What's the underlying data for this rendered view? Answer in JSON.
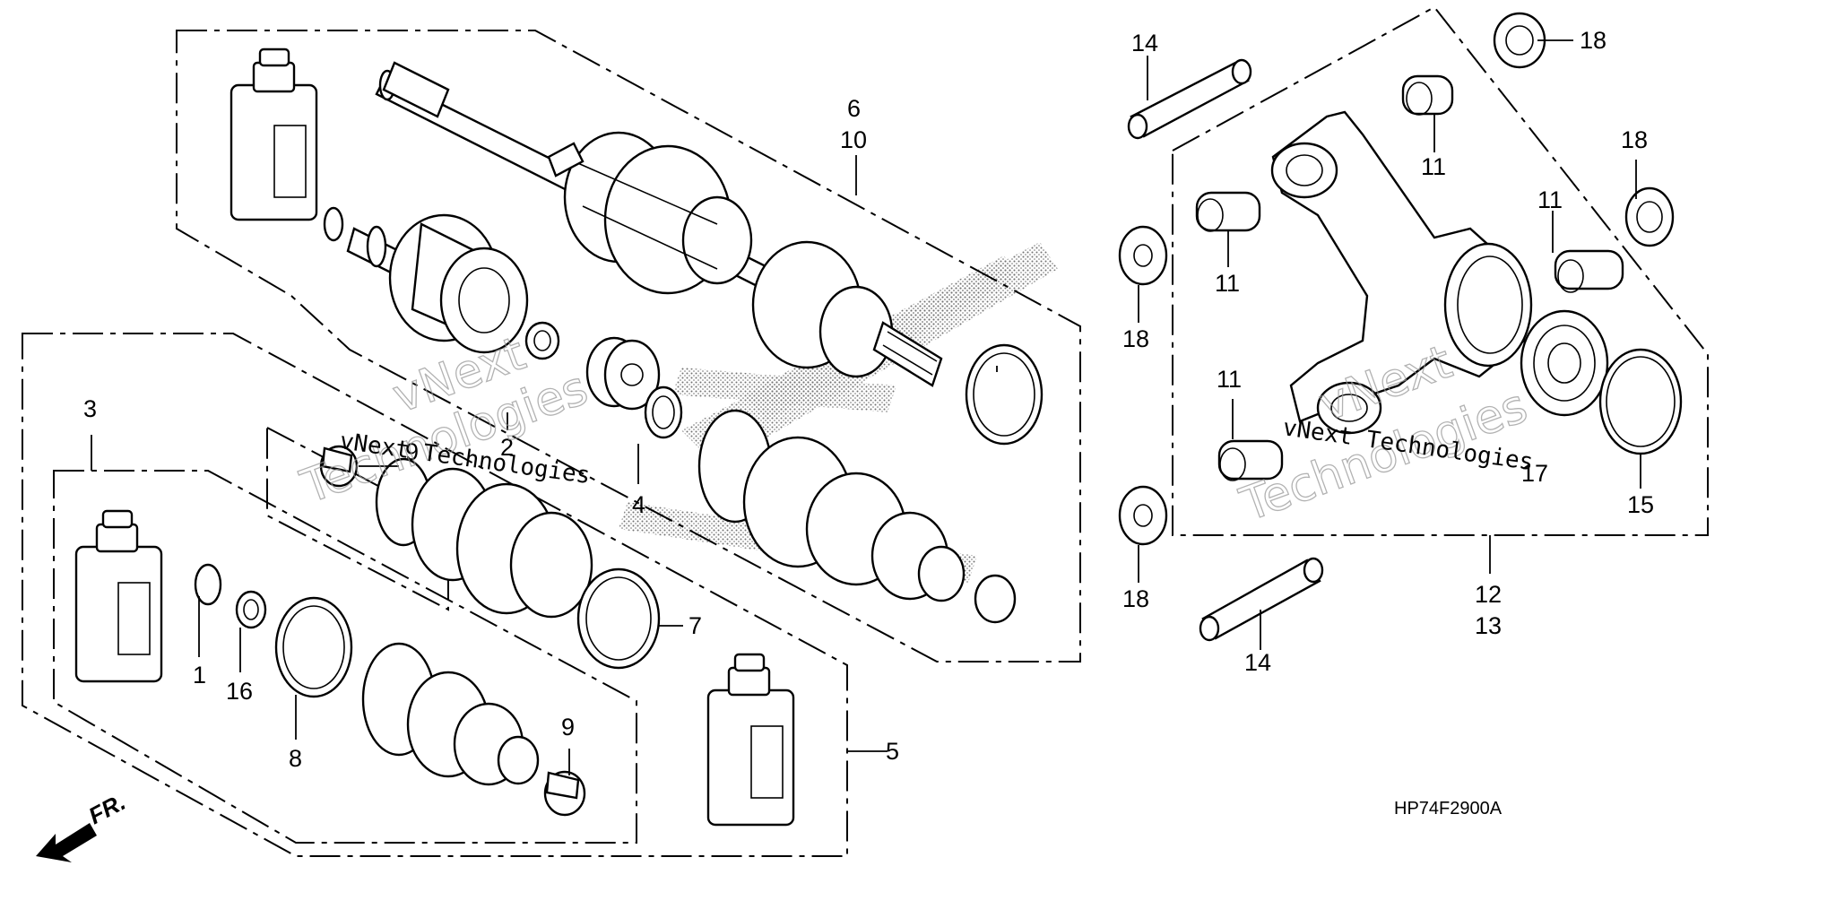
{
  "diagram": {
    "callouts": {
      "c1": "1",
      "c2": "2",
      "c3": "3",
      "c4": "4",
      "c5": "5",
      "c6": "6",
      "c10": "10",
      "c7": "7",
      "c8": "8",
      "c9a": "9",
      "c9b": "9",
      "c11a": "11",
      "c11b": "11",
      "c11c": "11",
      "c11d": "11",
      "c12": "12",
      "c13": "13",
      "c14a": "14",
      "c14b": "14",
      "c15": "15",
      "c16": "16",
      "c17": "17",
      "c18a": "18",
      "c18b": "18",
      "c18c": "18",
      "c18d": "18"
    },
    "diagram_code": "HP74F2900A",
    "front_marker": "FR.",
    "watermark": {
      "line1": "vNext",
      "line2": "Technologies",
      "inline": "vNext Technologies"
    }
  }
}
